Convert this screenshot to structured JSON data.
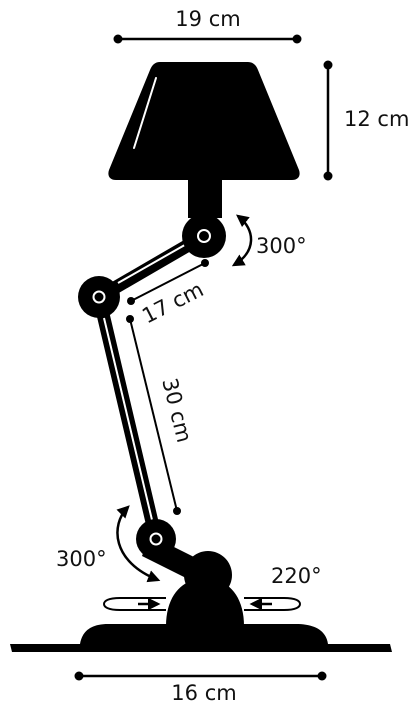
{
  "colors": {
    "ink": "#000000",
    "background": "#ffffff",
    "highlight": "#ffffff"
  },
  "dimensions": {
    "shade_width": "19 cm",
    "shade_height": "12 cm",
    "upper_arm": "17 cm",
    "lower_arm": "30 cm",
    "base_width": "16 cm"
  },
  "rotations": {
    "head_joint": "300°",
    "base_joint": "300°",
    "base_swivel": "220°"
  }
}
